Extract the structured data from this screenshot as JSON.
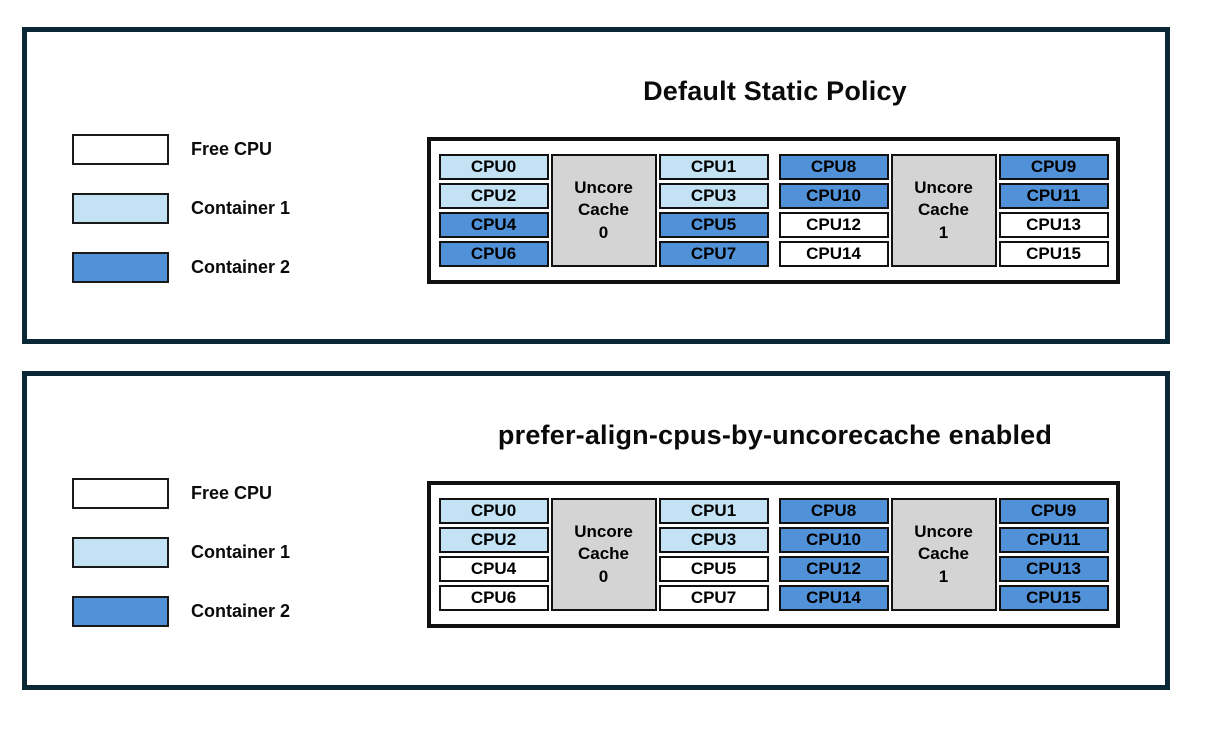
{
  "colors": {
    "free": "#FFFFFF",
    "container1": "#C3E3F5",
    "container2": "#5191D8",
    "uncore_bg": "#D4D4D4",
    "panel_border": "#0B2836",
    "cell_border": "#111111"
  },
  "legend": {
    "items": [
      {
        "label": "Free CPU",
        "key": "free"
      },
      {
        "label": "Container 1",
        "key": "container1"
      },
      {
        "label": "Container 2",
        "key": "container2"
      }
    ]
  },
  "panels": [
    {
      "title": "Default Static Policy",
      "groups": [
        {
          "cache_label": "Uncore\nCache\n0",
          "left": [
            {
              "label": "CPU0",
              "state": "container1"
            },
            {
              "label": "CPU2",
              "state": "container1"
            },
            {
              "label": "CPU4",
              "state": "container2"
            },
            {
              "label": "CPU6",
              "state": "container2"
            }
          ],
          "right": [
            {
              "label": "CPU1",
              "state": "container1"
            },
            {
              "label": "CPU3",
              "state": "container1"
            },
            {
              "label": "CPU5",
              "state": "container2"
            },
            {
              "label": "CPU7",
              "state": "container2"
            }
          ]
        },
        {
          "cache_label": "Uncore\nCache\n1",
          "left": [
            {
              "label": "CPU8",
              "state": "container2"
            },
            {
              "label": "CPU10",
              "state": "container2"
            },
            {
              "label": "CPU12",
              "state": "free"
            },
            {
              "label": "CPU14",
              "state": "free"
            }
          ],
          "right": [
            {
              "label": "CPU9",
              "state": "container2"
            },
            {
              "label": "CPU11",
              "state": "container2"
            },
            {
              "label": "CPU13",
              "state": "free"
            },
            {
              "label": "CPU15",
              "state": "free"
            }
          ]
        }
      ]
    },
    {
      "title": "prefer-align-cpus-by-uncorecache enabled",
      "groups": [
        {
          "cache_label": "Uncore\nCache\n0",
          "left": [
            {
              "label": "CPU0",
              "state": "container1"
            },
            {
              "label": "CPU2",
              "state": "container1"
            },
            {
              "label": "CPU4",
              "state": "free"
            },
            {
              "label": "CPU6",
              "state": "free"
            }
          ],
          "right": [
            {
              "label": "CPU1",
              "state": "container1"
            },
            {
              "label": "CPU3",
              "state": "container1"
            },
            {
              "label": "CPU5",
              "state": "free"
            },
            {
              "label": "CPU7",
              "state": "free"
            }
          ]
        },
        {
          "cache_label": "Uncore\nCache\n1",
          "left": [
            {
              "label": "CPU8",
              "state": "container2"
            },
            {
              "label": "CPU10",
              "state": "container2"
            },
            {
              "label": "CPU12",
              "state": "container2"
            },
            {
              "label": "CPU14",
              "state": "container2"
            }
          ],
          "right": [
            {
              "label": "CPU9",
              "state": "container2"
            },
            {
              "label": "CPU11",
              "state": "container2"
            },
            {
              "label": "CPU13",
              "state": "container2"
            },
            {
              "label": "CPU15",
              "state": "container2"
            }
          ]
        }
      ]
    }
  ]
}
